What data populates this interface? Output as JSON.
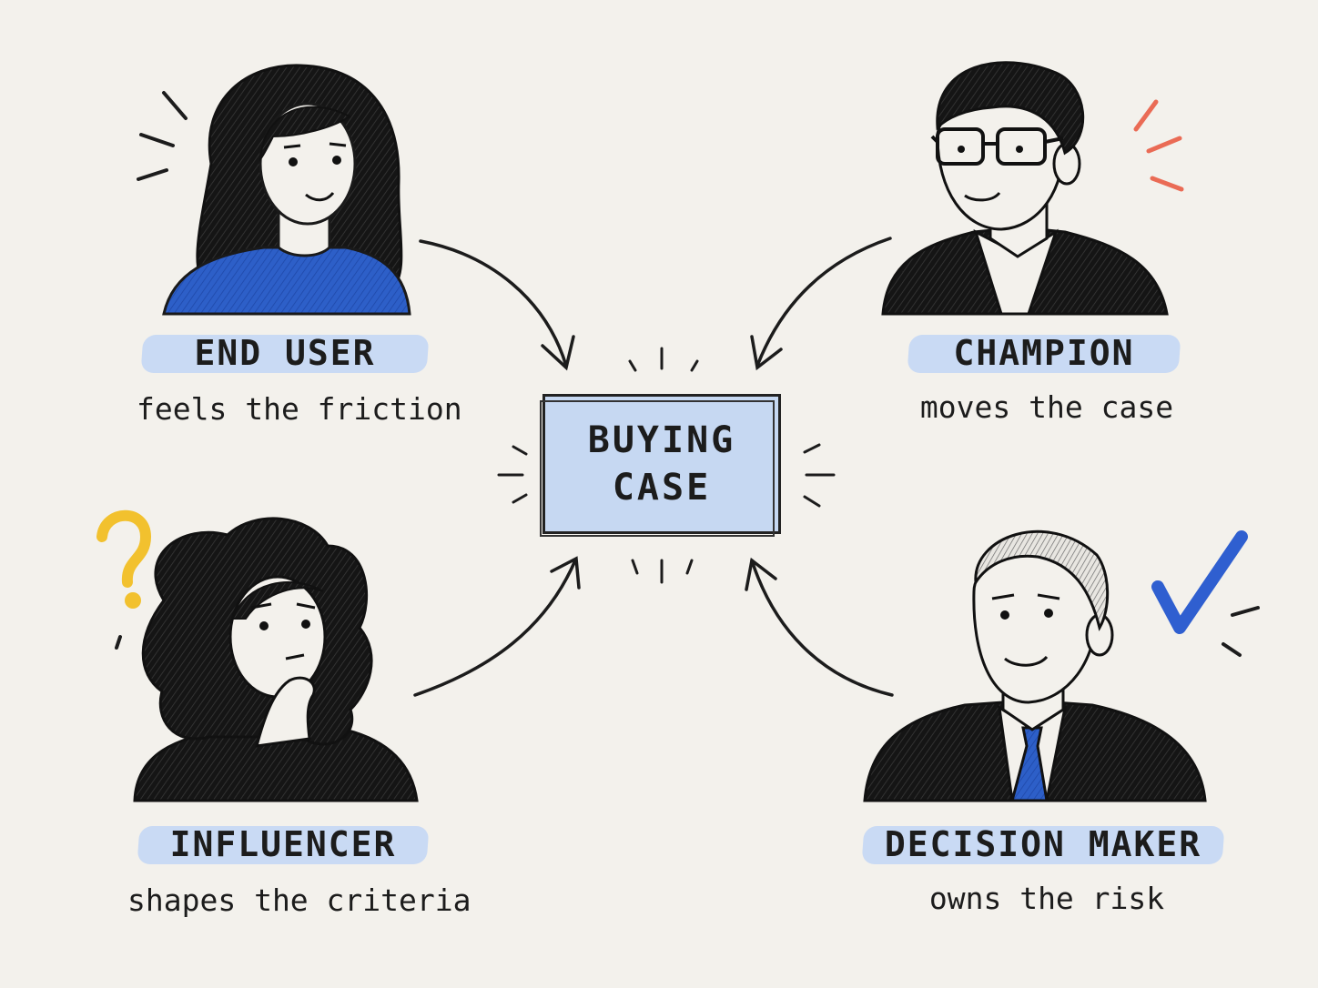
{
  "center": {
    "line1": "BUYING",
    "line2": "CASE"
  },
  "roles": {
    "end_user": {
      "label": "END USER",
      "desc": "feels the friction"
    },
    "champion": {
      "label": "CHAMPION",
      "desc": "moves the case"
    },
    "influencer": {
      "label": "INFLUENCER",
      "desc": "shapes the criteria"
    },
    "decision_maker": {
      "label": "DECISION MAKER",
      "desc": "owns the risk"
    }
  },
  "colors": {
    "background": "#f3f1ec",
    "highlight": "#c9daf4",
    "center_fill": "#c6d8f2",
    "ink": "#1c1c1c",
    "blue_shirt": "#2d5fc8",
    "tie_blue": "#2f5fd0",
    "check_blue": "#2f5fd0",
    "question_yellow": "#f2c12e",
    "burst_red": "#ea6b55"
  },
  "icons": [
    "question-mark-icon",
    "check-mark-icon"
  ]
}
